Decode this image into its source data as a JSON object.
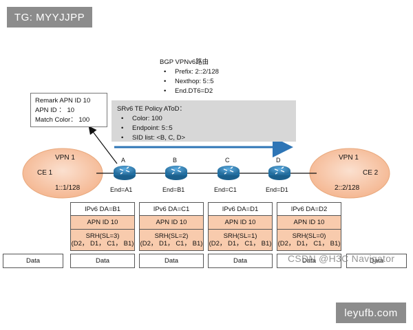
{
  "watermarks": {
    "top_left": "TG: MYYJJPP",
    "bottom_right": "leyufb.com",
    "csdn": "CSDN @H3C Navigator"
  },
  "remark_box": {
    "line1": "Remark APN ID 10",
    "line2": "APN ID ： 10",
    "line3": "Match Color： 100"
  },
  "bgp_box": {
    "title": "BGP VPNv6路由",
    "items": [
      "Prefix: 2::2/128",
      "Nexthop: 5::5",
      "End.DT6=D2"
    ]
  },
  "policy_box": {
    "title": "SRv6 TE Policy AToD：",
    "items": [
      "Color: 100",
      "Endpoint: 5::5",
      "SID list: <B, C, D>"
    ]
  },
  "sites": {
    "left": {
      "vpn": "VPN 1",
      "ce": "CE 1",
      "prefix": "1::1/128"
    },
    "right": {
      "vpn": "VPN 1",
      "ce": "CE 2",
      "prefix": "2::2/128"
    }
  },
  "routers": [
    {
      "letter": "A",
      "end": "End=A1"
    },
    {
      "letter": "B",
      "end": "End=B1"
    },
    {
      "letter": "C",
      "end": "End=C1"
    },
    {
      "letter": "D",
      "end": "End=D1"
    }
  ],
  "packets": [
    {
      "da": "IPv6 DA=B1",
      "apn": "APN ID 10",
      "srh": "SRH(SL=3)",
      "list": "(D2， D1， C1， B1)",
      "data": "Data"
    },
    {
      "da": "IPv6 DA=C1",
      "apn": "APN ID 10",
      "srh": "SRH(SL=2)",
      "list": "(D2， D1， C1， B1)",
      "data": "Data"
    },
    {
      "da": "IPv6 DA=D1",
      "apn": "APN ID 10",
      "srh": "SRH(SL=1)",
      "list": "(D2， D1， C1， B1)",
      "data": "Data"
    },
    {
      "da": "IPv6 DA=D2",
      "apn": "APN ID 10",
      "srh": "SRH(SL=0)",
      "list": "(D2， D1， C1， B1)",
      "data": "Data"
    }
  ],
  "edge_data": {
    "left": "Data",
    "right": "Data"
  },
  "colors": {
    "site_fill": "#f8cbad",
    "router_fill": "#2e86c1",
    "arrow": "#2e75b6",
    "policy_bg": "#d7d7d7",
    "packet_orange": "#f8cbad"
  }
}
